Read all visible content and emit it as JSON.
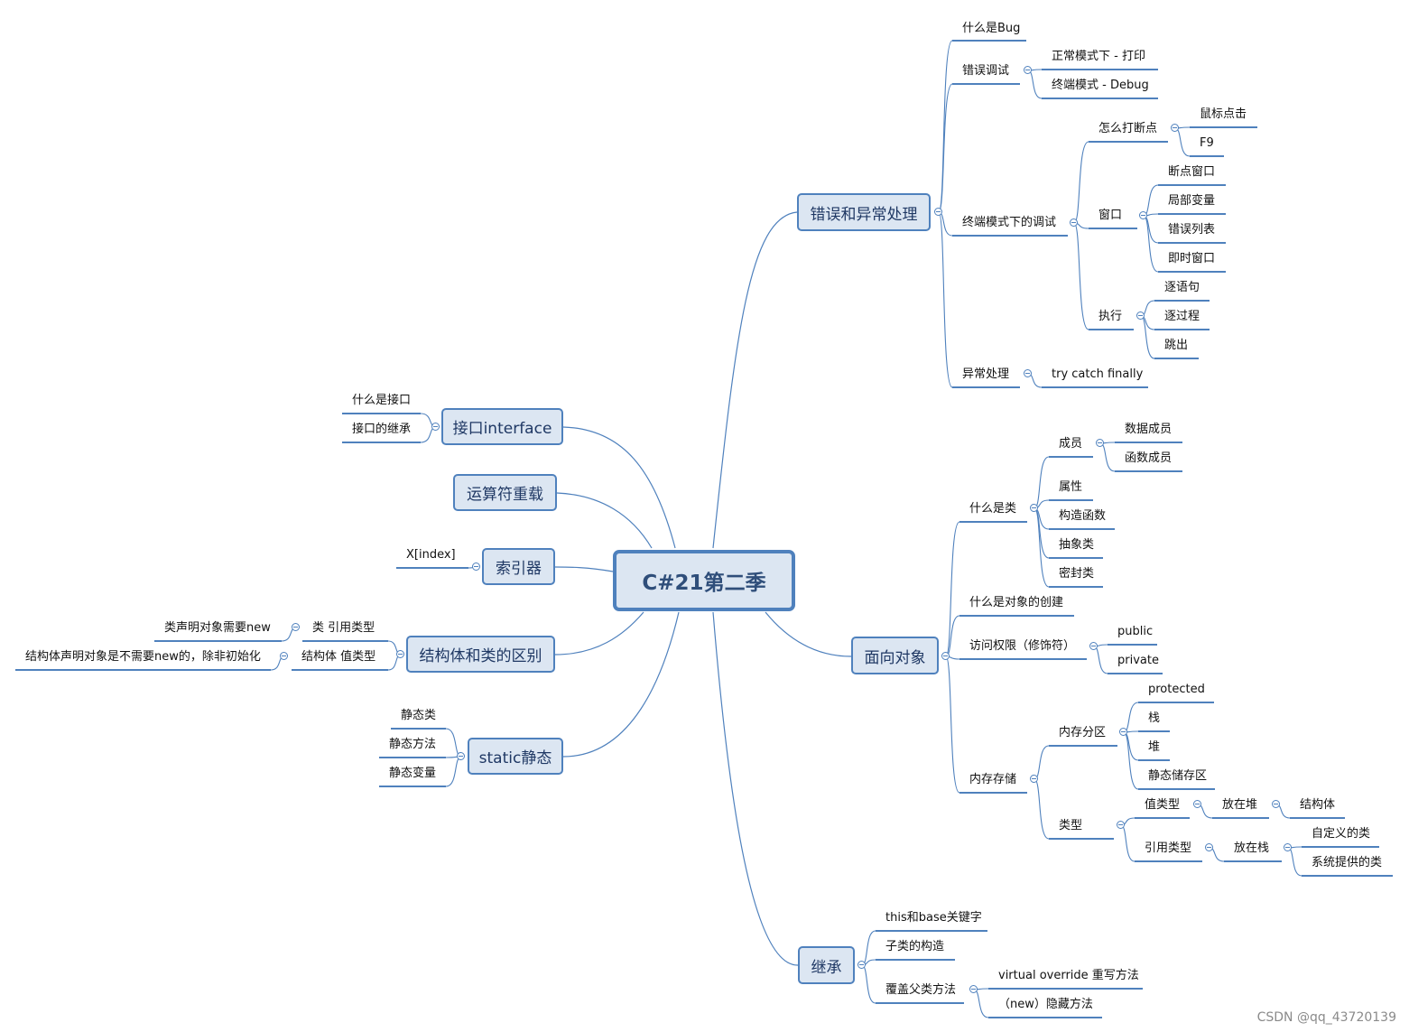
{
  "root": "C#21第二季",
  "branches": {
    "errors": {
      "title": "错误和异常处理",
      "what_is_bug": "什么是Bug",
      "debug_title": "错误调试",
      "debug_normal": "正常模式下 - 打印",
      "debug_terminal": "终端模式 - Debug",
      "terminal_title": "终端模式下的调试",
      "breakpoint_title": "怎么打断点",
      "breakpoint_click": "鼠标点击",
      "breakpoint_f9": "F9",
      "window_title": "窗口",
      "window_breakpoints": "断点窗口",
      "window_locals": "局部变量",
      "window_errors": "错误列表",
      "window_immediate": "即时窗口",
      "exec_title": "执行",
      "exec_step": "逐语句",
      "exec_over": "逐过程",
      "exec_out": "跳出",
      "exception_title": "异常处理",
      "exception_try": "try catch finally"
    },
    "oop": {
      "title": "面向对象",
      "class_title": "什么是类",
      "member_title": "成员",
      "member_data": "数据成员",
      "member_func": "函数成员",
      "property": "属性",
      "constructor": "构造函数",
      "abstract": "抽象类",
      "sealed": "密封类",
      "object_creation": "什么是对象的创建",
      "access_title": "访问权限（修饰符）",
      "access_public": "public",
      "access_private": "private",
      "memory_title": "内存存储",
      "mem_partition": "内存分区",
      "mem_protected": "protected",
      "mem_stack": "栈",
      "mem_heap": "堆",
      "mem_static": "静态储存区",
      "type_title": "类型",
      "value_type": "值类型",
      "value_on_heap": "放在堆",
      "value_struct": "结构体",
      "ref_type": "引用类型",
      "ref_on_stack": "放在栈",
      "ref_custom": "自定义的类",
      "ref_system": "系统提供的类"
    },
    "inherit": {
      "title": "继承",
      "keywords": "this和base关键字",
      "subclass_ctor": "子类的构造",
      "override_title": "覆盖父类方法",
      "override_virtual": "virtual override 重写方法",
      "override_new": "（new）隐藏方法"
    },
    "interface": {
      "title": "接口interface",
      "what": "什么是接口",
      "inherit": "接口的继承"
    },
    "operator": {
      "title": "运算符重载"
    },
    "indexer": {
      "title": "索引器",
      "example": "X[index]"
    },
    "struct_class": {
      "title": "结构体和类的区别",
      "class_ref": "类 引用类型",
      "class_note": "类声明对象需要new",
      "struct_value": "结构体 值类型",
      "struct_note": "结构体声明对象是不需要new的，除非初始化"
    },
    "static": {
      "title": "static静态",
      "static_class": "静态类",
      "static_method": "静态方法",
      "static_var": "静态变量"
    }
  },
  "colors": {
    "node_fill": "#dce6f2",
    "node_border": "#4f81bd",
    "connector": "#4f81bd",
    "text": "#111111"
  },
  "watermark": "CSDN @qq_43720139"
}
